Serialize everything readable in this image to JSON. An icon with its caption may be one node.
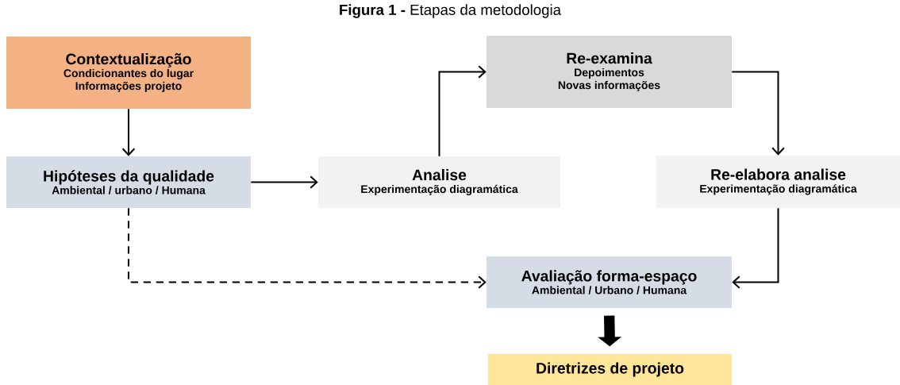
{
  "diagram": {
    "title": "**Figura 1 -** Etapas da metodologia",
    "nodes": [
      {
        "text": [
          "Contextualização",
          "Condicionantes do lugar",
          "Informações projeto"
        ]
      },
      {
        "text": [
          "Hipóteses da qualidade",
          "Ambiental / urbano / Humana"
        ]
      },
      {
        "text": [
          "Analise",
          "Experimentação diagramática"
        ]
      },
      {
        "text": [
          "Re-examina",
          "Depoimentos",
          "Novas informações"
        ]
      },
      {
        "text": [
          "Re-elabora analise",
          "Experimentação diagramática"
        ]
      },
      {
        "text": [
          "Avaliação forma-espaço",
          "Ambiental / Urbano / Humana"
        ]
      },
      {
        "text": [
          "Diretrizes de projeto"
        ]
      }
    ],
    "edges": [
      {
        "from": 0,
        "to": 1,
        "arrow": "to"
      },
      {
        "from": 1,
        "to": 2,
        "arrow": "to"
      },
      {
        "from": 2,
        "to": 3,
        "arrow": "to"
      },
      {
        "from": 3,
        "to": 4,
        "arrow": "to"
      },
      {
        "from": 4,
        "to": 5,
        "arrow": "to"
      },
      {
        "from": 1,
        "to": 5,
        "arrow": "to",
        "style": "dashed"
      },
      {
        "from": 5,
        "to": 6,
        "arrow": "to",
        "style": "thick"
      }
    ]
  }
}
